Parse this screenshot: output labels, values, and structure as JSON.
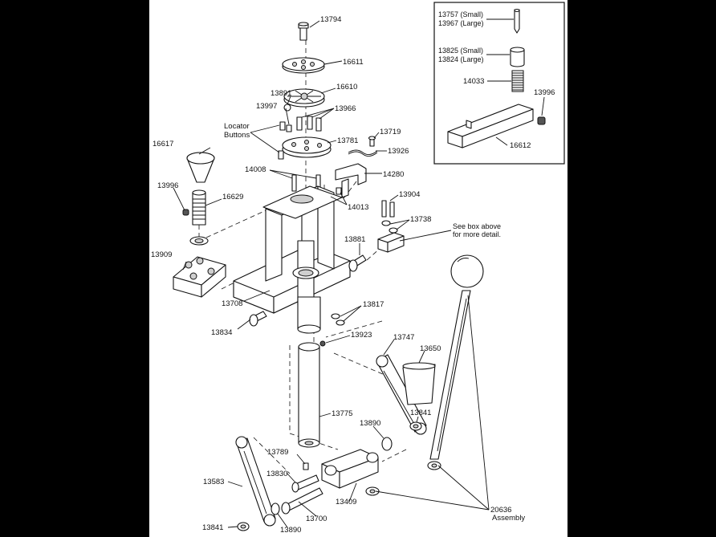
{
  "diagram": {
    "part_labels": {
      "p13794": "13794",
      "p16611": "16611",
      "p16610": "16610",
      "p13891": "13891",
      "p13997": "13997",
      "p13966": "13966",
      "locator_line1": "Locator",
      "locator_line2": "Buttons",
      "p13781": "13781",
      "p13719": "13719",
      "p13926": "13926",
      "p16617": "16617",
      "p14008": "14008",
      "p14280": "14280",
      "p13996a": "13996",
      "p16629": "16629",
      "p14013": "14013",
      "p13904": "13904",
      "p13738": "13738",
      "see_line1": "See box above",
      "see_line2": "for more detail.",
      "p13881": "13881",
      "p13909": "13909",
      "p13708": "13708",
      "p13817": "13817",
      "p13834": "13834",
      "p13923": "13923",
      "p13747": "13747",
      "p13650": "13650",
      "p13775": "13775",
      "p13890a": "13890",
      "p13841a": "13841",
      "p13789": "13789",
      "p13830": "13830",
      "p13583": "13583",
      "p13409": "13409",
      "p13700": "13700",
      "p20636_line1": "20636",
      "p20636_line2": "Assembly",
      "p13841b": "13841",
      "p13890b": "13890"
    },
    "inset": {
      "l1_line1": "13757 (Small)",
      "l1_line2": "13967 (Large)",
      "l2_line1": "13825 (Small)",
      "l2_line2": "13824 (Large)",
      "l3": "14033",
      "l4": "13996",
      "l5": "16612"
    },
    "colors": {
      "page": "#ffffff",
      "background": "#000000",
      "ink": "#111111"
    }
  }
}
